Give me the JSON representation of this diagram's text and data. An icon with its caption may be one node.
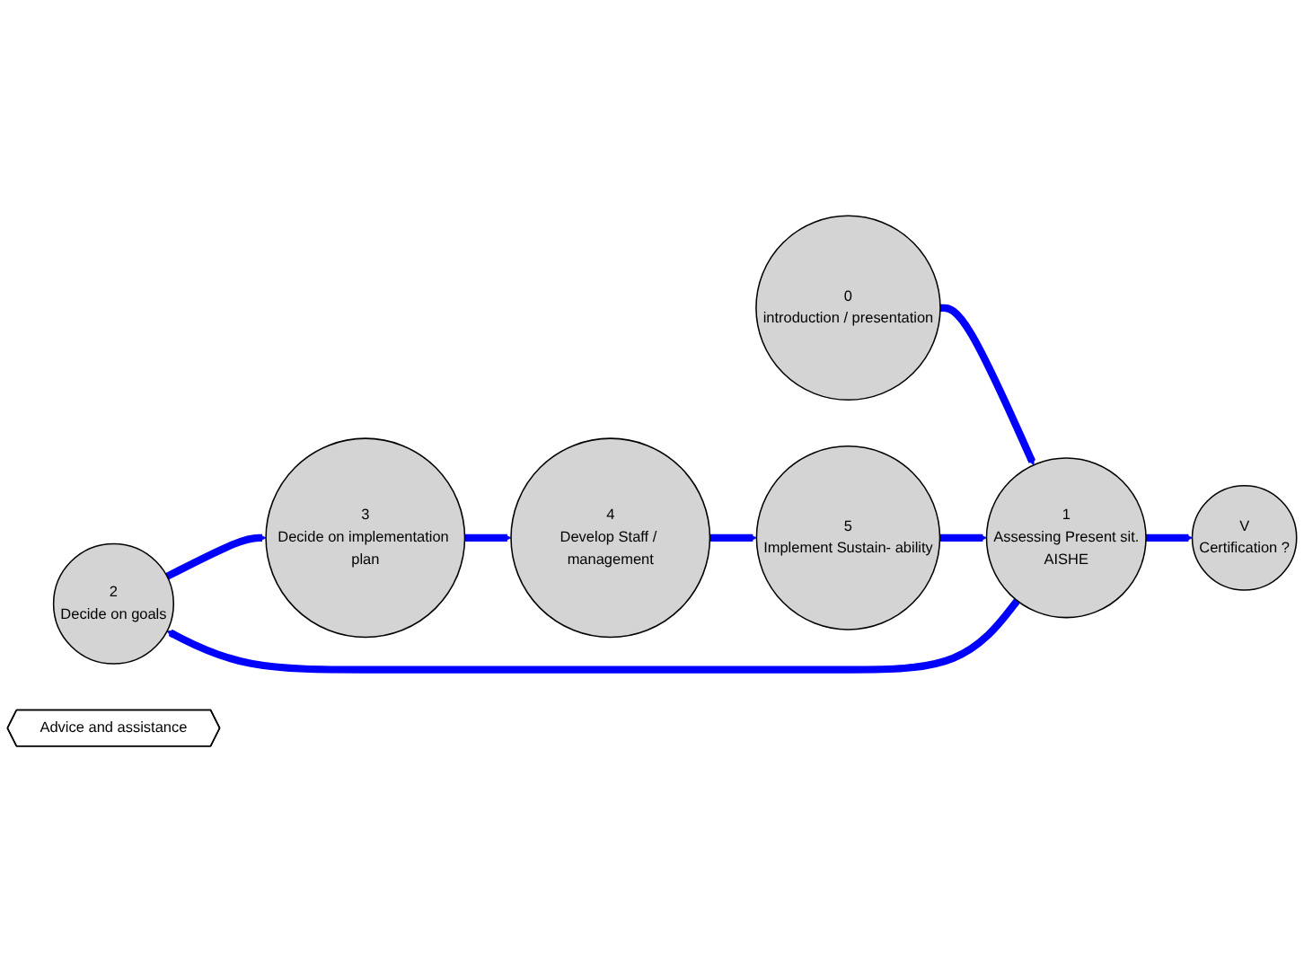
{
  "diagram": {
    "nodes": [
      {
        "text": [
          "V",
          "Certification ?"
        ]
      },
      {
        "text": [
          "2",
          "Decide on goals"
        ]
      },
      {
        "text": [
          "1",
          "Assessing Present sit.",
          "AISHE"
        ]
      },
      {
        "text": [
          "3",
          "Decide on implementation plan"
        ]
      },
      {
        "text": [
          "Advice and assistance"
        ]
      },
      {
        "text": [
          "0",
          "introduction / presentation"
        ]
      },
      {
        "text": [
          "5",
          "Implement Sustain- ability"
        ]
      },
      {
        "text": [
          "4",
          "Develop Staff / management"
        ]
      }
    ],
    "edges": [
      {
        "from": 5,
        "to": 2,
        "arrow": "to"
      },
      {
        "from": 2,
        "to": 0,
        "arrow": "to"
      },
      {
        "from": 2,
        "to": 1,
        "arrow": "to"
      },
      {
        "from": 1,
        "to": 3,
        "arrow": "to"
      },
      {
        "from": 3,
        "to": 7,
        "arrow": "to"
      },
      {
        "from": 7,
        "to": 6,
        "arrow": "to"
      },
      {
        "from": 6,
        "to": 2,
        "arrow": "to"
      }
    ]
  }
}
